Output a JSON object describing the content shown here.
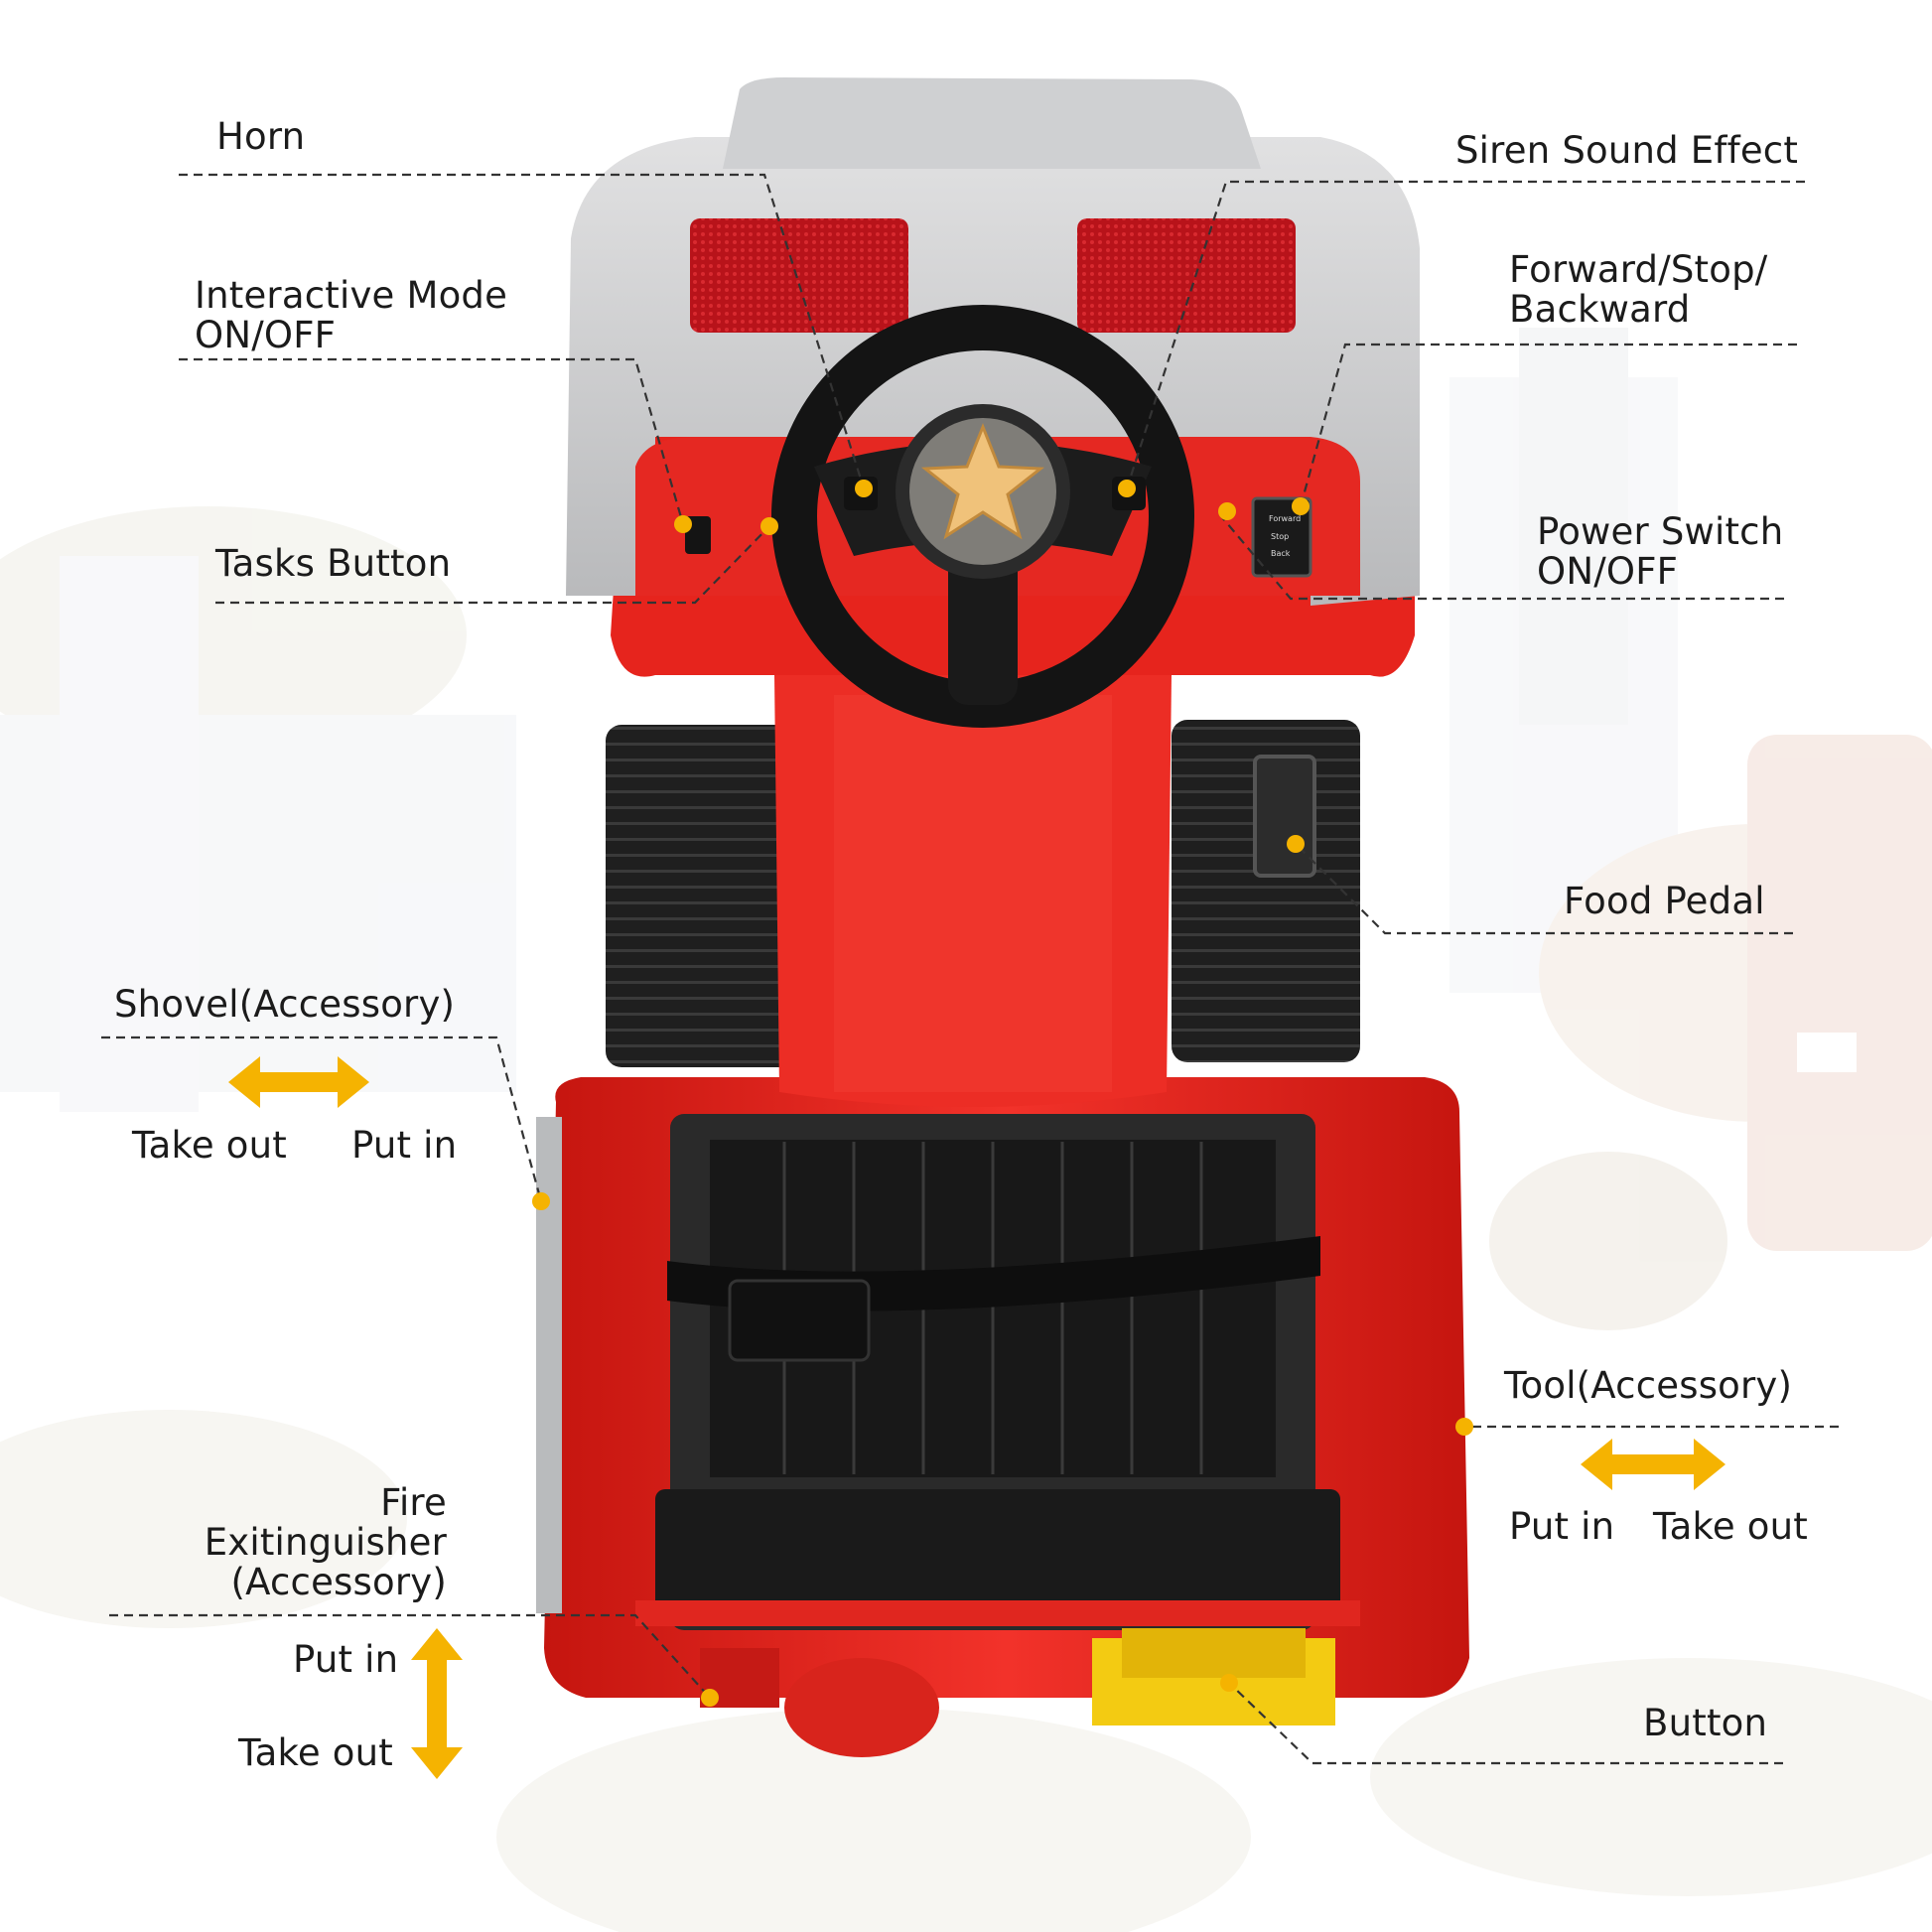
{
  "callouts": {
    "horn": "Horn",
    "siren_sound_effect": "Siren Sound Effect",
    "interactive_mode": "Interactive Mode\nON/OFF",
    "forward_stop_backward": "Forward/Stop/\nBackward",
    "tasks_button": "Tasks Button",
    "power_switch": "Power Switch\nON/OFF",
    "food_pedal": "Food Pedal",
    "shovel": "Shovel(Accessory)",
    "tool": "Tool(Accessory)",
    "fire_extinguisher": "Fire\nExitinguisher\n(Accessory)",
    "button": "Button"
  },
  "directions": {
    "shovel_take_out": "Take out",
    "shovel_put_in": "Put in",
    "tool_put_in": "Put in",
    "tool_take_out": "Take out",
    "extinguisher_put_in": "Put in",
    "extinguisher_take_out": "Take out"
  },
  "dashboard_switch": {
    "forward": "Forward",
    "stop": "Stop",
    "back": "Back"
  },
  "colors": {
    "body_red": "#e8201c",
    "cab_gray": "#c9cacc",
    "wheel_black": "#1c1c1c",
    "accent_yellow": "#f5b301",
    "leader_line": "#333333"
  }
}
